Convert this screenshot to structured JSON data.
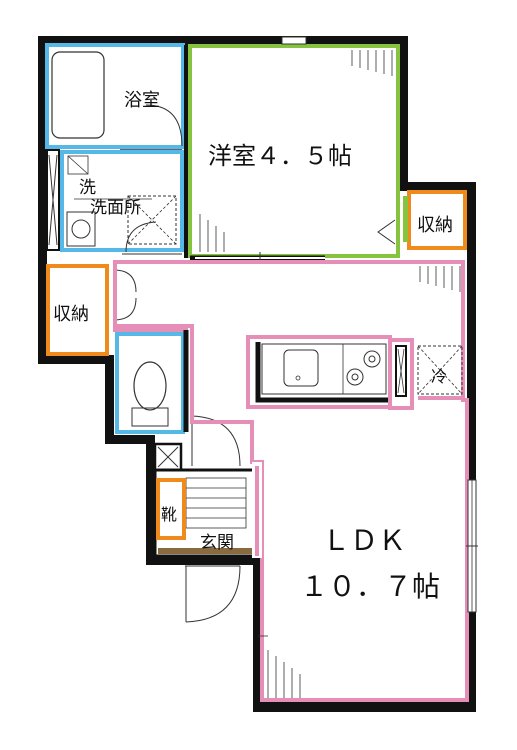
{
  "rooms": {
    "bath": "浴室",
    "washroom_1": "洗",
    "washroom_2": "洗面所",
    "western_room": "洋室４．５帖",
    "storage_right": "収納",
    "storage_left": "収納",
    "refrigerator": "冷",
    "shoes": "靴",
    "entrance": "玄関",
    "ldk_1": "ＬＤＫ",
    "ldk_2": "１０．７帖"
  },
  "colors": {
    "wall": "#111111",
    "bath_blue": "#56b8e6",
    "room_green": "#86c440",
    "storage_orange": "#ef8a1c",
    "ldk_pink": "#e58fb8",
    "entrance_brown": "#8a6a3f"
  }
}
